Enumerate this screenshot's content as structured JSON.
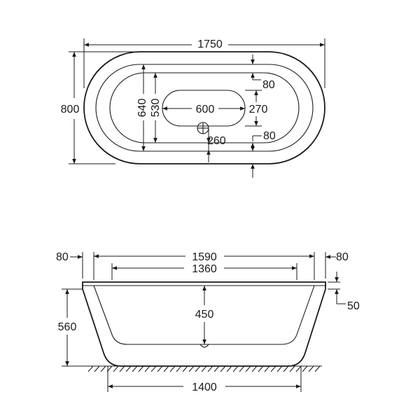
{
  "top_view": {
    "overall_length": "1750",
    "overall_width": "800",
    "rim_width": "640",
    "inner_width": "530",
    "drain_length": "600",
    "drain_width": "270",
    "rim_top": "80",
    "rim_bottom": "80",
    "drain_offset": "260"
  },
  "side_view": {
    "rim_left": "80",
    "top_length": "1590",
    "rim_right": "80",
    "inner_length": "1360",
    "lip_height": "50",
    "overall_height": "560",
    "inner_depth": "450",
    "base_length": "1400"
  }
}
